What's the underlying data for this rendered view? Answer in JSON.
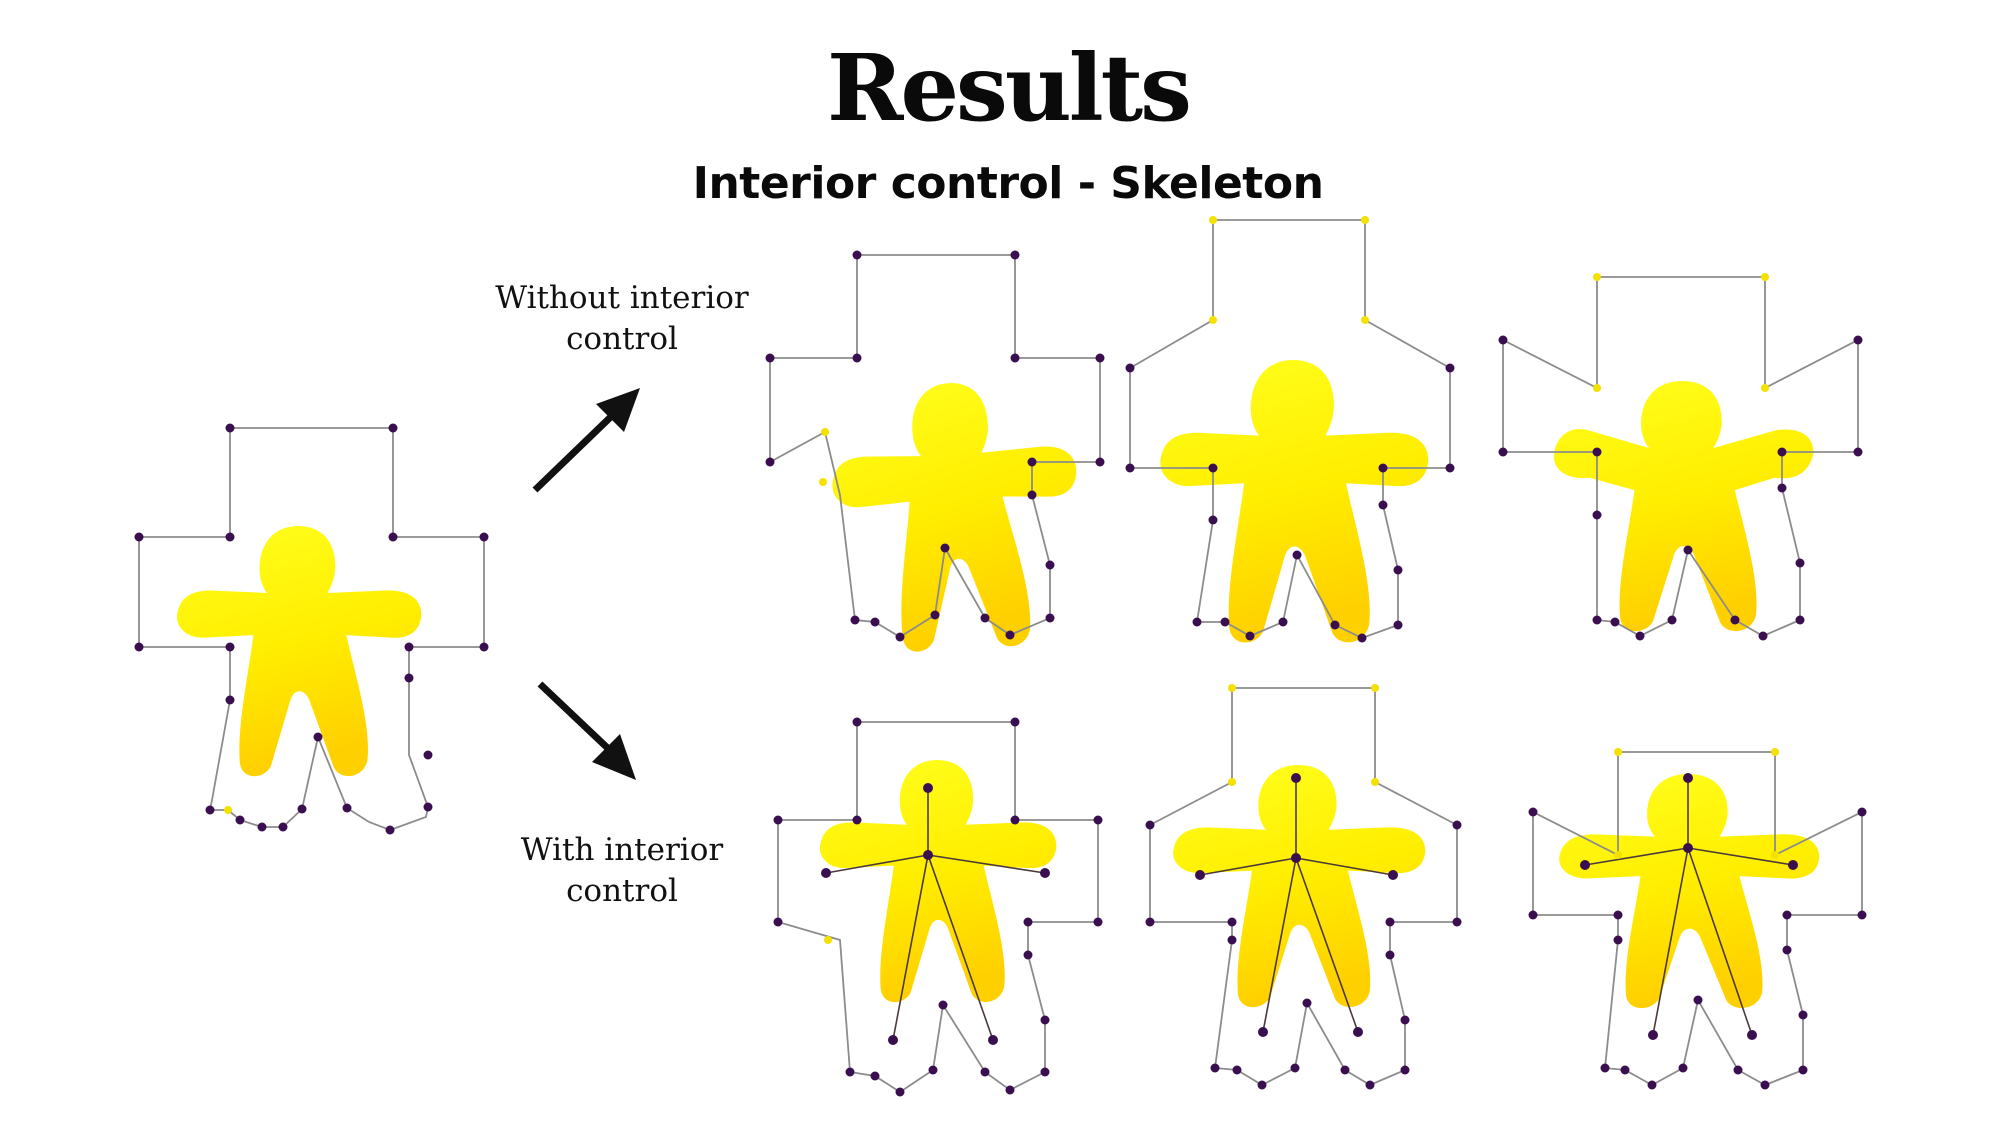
{
  "slide": {
    "title": "Results",
    "subtitle": "Interior control - Skeleton"
  },
  "labels": {
    "without": [
      "Without interior",
      "control"
    ],
    "with": [
      "With interior",
      "control"
    ]
  },
  "colors": {
    "shape_fill_top": "#ffff1a",
    "shape_fill_bottom": "#ffd200",
    "cage_vertex": "#3a0f4f",
    "cage_line": "#8c8c8c",
    "arrow": "#111111"
  }
}
